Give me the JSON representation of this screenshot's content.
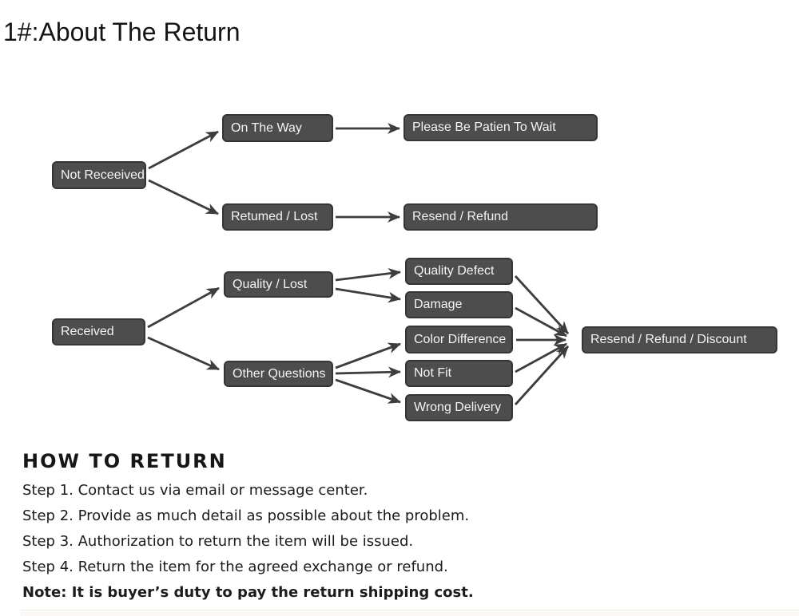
{
  "page": {
    "title": "1#:About The Return"
  },
  "flowchart": {
    "nodes": [
      {
        "id": "not-received",
        "label": "Not Receeived"
      },
      {
        "id": "on-the-way",
        "label": "On The Way"
      },
      {
        "id": "please-be-patient",
        "label": "Please Be Patien To Wait"
      },
      {
        "id": "returned-lost",
        "label": "Retumed / Lost"
      },
      {
        "id": "resend-refund",
        "label": "Resend / Refund"
      },
      {
        "id": "quality-lost",
        "label": "Quality / Lost"
      },
      {
        "id": "received",
        "label": "Received"
      },
      {
        "id": "other-questions",
        "label": "Other Questions"
      },
      {
        "id": "quality-defect",
        "label": "Quality Defect"
      },
      {
        "id": "damage",
        "label": "Damage"
      },
      {
        "id": "color-difference",
        "label": "Color Difference"
      },
      {
        "id": "not-fit",
        "label": "Not Fit"
      },
      {
        "id": "wrong-delivery",
        "label": "Wrong Delivery"
      },
      {
        "id": "resend-refund-discount",
        "label": "Resend / Refund / Discount"
      }
    ],
    "edges": [
      {
        "from": "not-received",
        "to": "on-the-way"
      },
      {
        "from": "not-received",
        "to": "returned-lost"
      },
      {
        "from": "on-the-way",
        "to": "please-be-patient"
      },
      {
        "from": "returned-lost",
        "to": "resend-refund"
      },
      {
        "from": "received",
        "to": "quality-lost"
      },
      {
        "from": "received",
        "to": "other-questions"
      },
      {
        "from": "quality-lost",
        "to": "quality-defect"
      },
      {
        "from": "quality-lost",
        "to": "damage"
      },
      {
        "from": "other-questions",
        "to": "color-difference"
      },
      {
        "from": "other-questions",
        "to": "not-fit"
      },
      {
        "from": "other-questions",
        "to": "wrong-delivery"
      },
      {
        "from": "quality-defect",
        "to": "resend-refund-discount"
      },
      {
        "from": "damage",
        "to": "resend-refund-discount"
      },
      {
        "from": "color-difference",
        "to": "resend-refund-discount"
      },
      {
        "from": "not-fit",
        "to": "resend-refund-discount"
      },
      {
        "from": "wrong-delivery",
        "to": "resend-refund-discount"
      }
    ]
  },
  "how_to_return": {
    "heading": "HOW TO RETURN",
    "steps": [
      "Step 1. Contact us via email or message center.",
      "Step 2. Provide as much detail as possible about the problem.",
      "Step 3. Authorization to return the item will be issued.",
      "Step 4. Return the item for the agreed exchange or refund."
    ],
    "note": "Note: It is buyer’s duty to pay the return shipping cost."
  },
  "colors": {
    "node_fill": "#4d4d4d",
    "node_border": "#353535",
    "node_text": "#f4f4f4",
    "arrow": "#3d3d3d",
    "body_text": "#1b1b1b",
    "background": "#ffffff"
  }
}
